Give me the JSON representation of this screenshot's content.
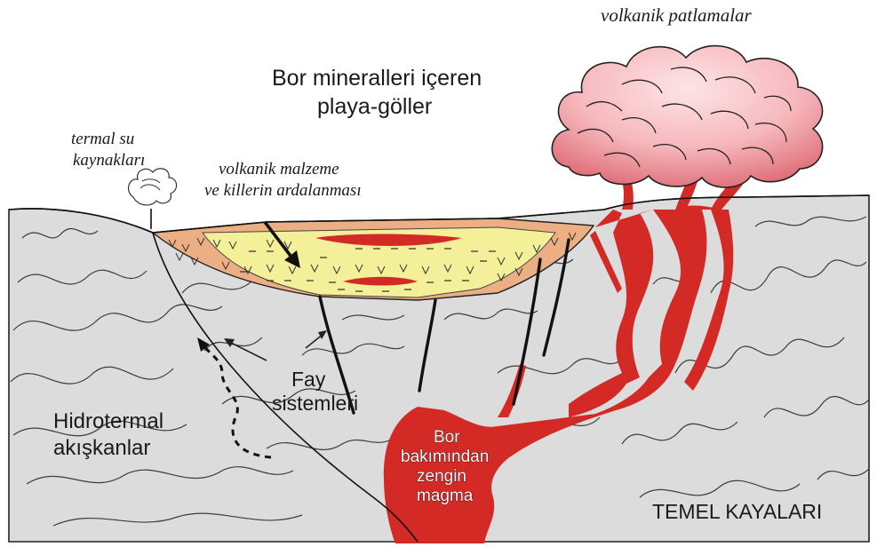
{
  "labels": {
    "eruption": "volkanik patlamalar",
    "playa_line1": "Bor mineralleri içeren",
    "playa_line2": "playa-göller",
    "springs_line1": "termal su",
    "springs_line2": "kaynakları",
    "interbed_line1": "volkanik malzeme",
    "interbed_line2": "ve killerin ardalanması",
    "faults_line1": "Fay",
    "faults_line2": "sistemleri",
    "fluids_line1": "Hidrotermal",
    "fluids_line2": "akışkanlar",
    "magma_line1": "Bor",
    "magma_line2": "bakımından",
    "magma_line3": "zengin",
    "magma_line4": "magma",
    "basement": "TEMEL KAYALARI"
  },
  "colors": {
    "basement_rock": "#dcdcdc",
    "magma": "#d42a26",
    "lake_sediment": "#f4f09a",
    "volcanic_margin": "#ecae83",
    "eruption_cloud": "#f4b2b6"
  }
}
